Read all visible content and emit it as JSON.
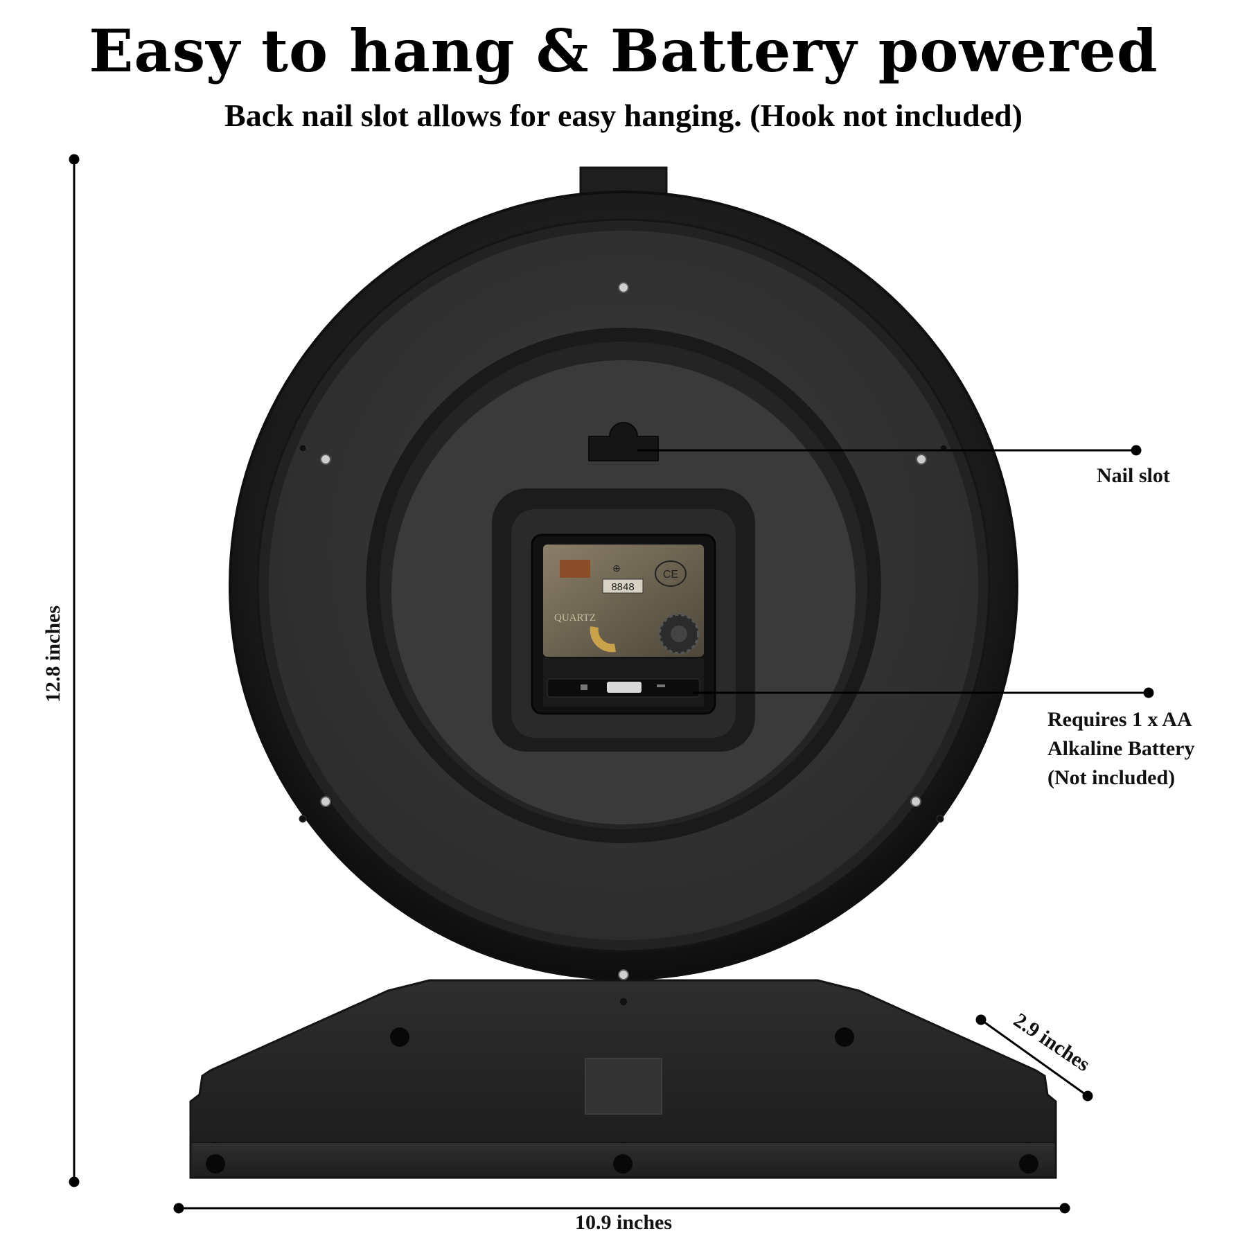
{
  "heading": {
    "title": "Easy to hang & Battery powered",
    "subtitle": "Back nail slot allows for easy hanging. (Hook not included)"
  },
  "callouts": {
    "nail_slot": "Nail slot",
    "battery_line1": "Requires 1 x AA",
    "battery_line2": "Alkaline Battery",
    "battery_line3": "(Not included)"
  },
  "dimensions": {
    "height": "12.8 inches",
    "width": "10.9 inches",
    "depth": "2.9 inches"
  },
  "movement": {
    "model": "8848",
    "brand_mark": "CE",
    "engraving": "QUARTZ"
  },
  "colors": {
    "background": "#ffffff",
    "clock_body": "#1c1c1c",
    "inner_panel": "#3a3a3a",
    "text": "#000000"
  }
}
